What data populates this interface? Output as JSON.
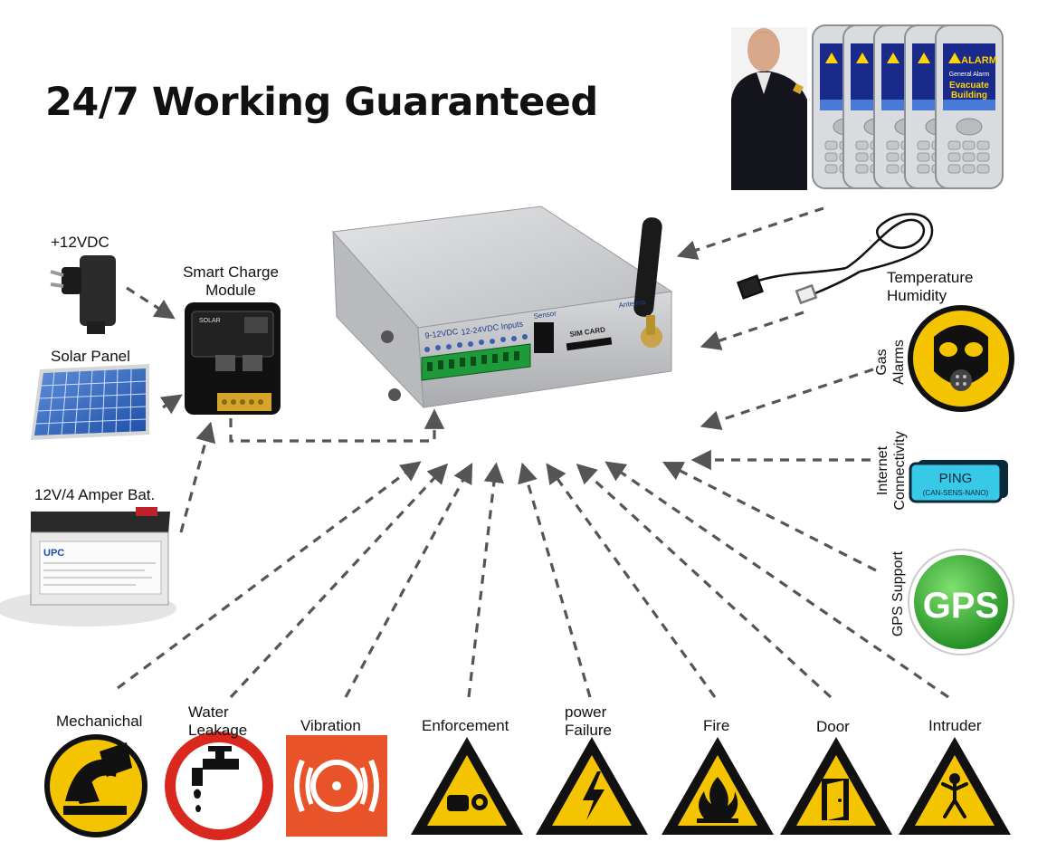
{
  "headline": "24/7 Working Guaranteed",
  "power": {
    "adapter_label": "+12VDC",
    "solar_label": "Solar Panel",
    "charger_label": "Smart Charge Module",
    "charger_label_line1": "Smart Charge",
    "charger_label_line2": "Module",
    "battery_label": "12V/4 Amper Bat.",
    "charger_face_text": "SOLAR",
    "battery_brand": "UPC"
  },
  "device": {
    "terminal_label_power": "9-12VDC",
    "terminal_label_inputs": "12-24VDC Inputs",
    "sensor_label": "Sensor",
    "sim_label": "SIM CARD",
    "antenna_label": "Antenna"
  },
  "phones": {
    "alarm_title": "ALARM",
    "alarm_subtitle": "General Alarm",
    "alarm_message_line1": "Evacuate",
    "alarm_message_line2": "Building",
    "count": 5
  },
  "right_inputs": {
    "temperature": "Temperature",
    "humidity": "Humidity",
    "gas_line1": "Gas",
    "gas_line2": "Alarms",
    "internet_line1": "Internet",
    "internet_line2": "Connectivity",
    "ping_title": "PING",
    "ping_subtitle": "(CAN-SENS-NANO)",
    "gps_side": "GPS Support",
    "gps_badge": "GPS"
  },
  "bottom_sensors": [
    {
      "name": "mechanical",
      "label": "Mechanichal"
    },
    {
      "name": "water",
      "label_line1": "Water",
      "label_line2": "Leakage"
    },
    {
      "name": "vibration",
      "label": "Vibration"
    },
    {
      "name": "enforcement",
      "label": "Enforcement"
    },
    {
      "name": "power",
      "label_line1": "power",
      "label_line2": "Failure"
    },
    {
      "name": "fire",
      "label": "Fire"
    },
    {
      "name": "door",
      "label": "Door"
    },
    {
      "name": "intruder",
      "label": "Intruder"
    }
  ],
  "colors": {
    "warning_yellow": "#f5c400",
    "warning_black": "#111111",
    "prohibition_red": "#d9281e",
    "vibration_orange": "#e8532a",
    "gps_green": "#3cb034",
    "ping_cyan": "#38c8e8",
    "terminal_green": "#1f9a3a",
    "device_grey": "#c9cbce",
    "arrow_grey": "#555555"
  }
}
